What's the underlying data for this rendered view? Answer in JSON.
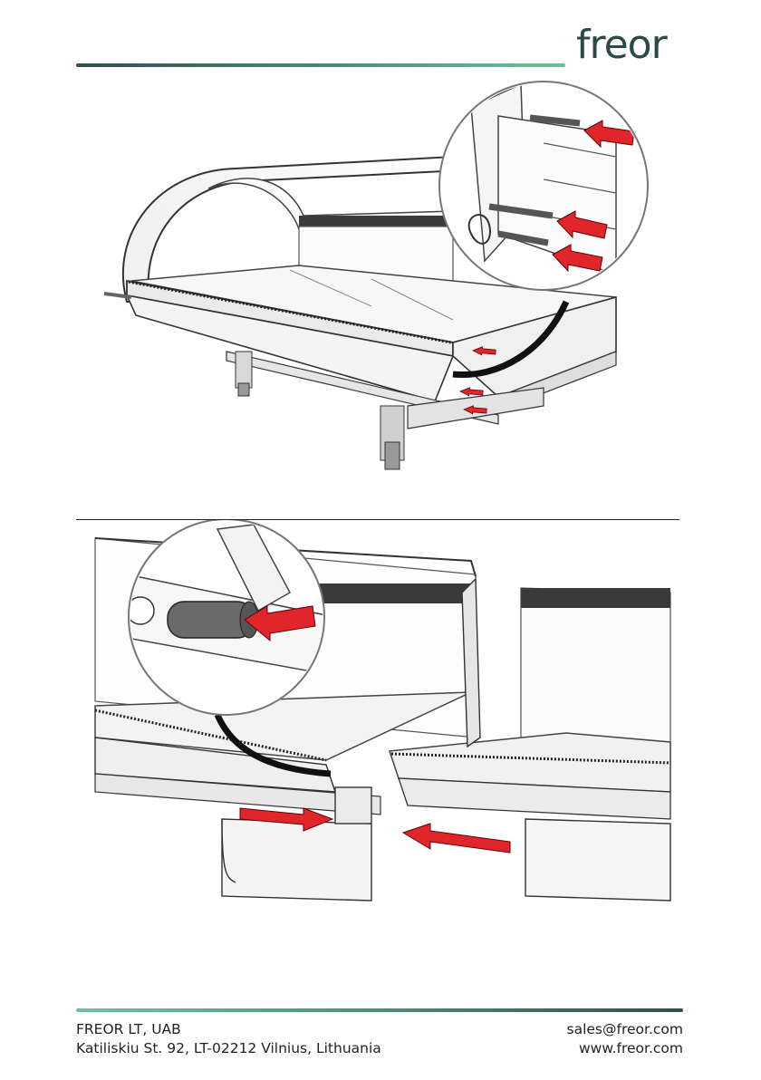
{
  "brand": {
    "logo_text": "freor"
  },
  "footer": {
    "company": "FREOR LT, UAB",
    "address": "Katiliskiu St. 92, LT-02212 Vilnius, Lithuania",
    "email": "sales@freor.com",
    "website": "www.freor.com"
  },
  "colors": {
    "brand_dark": "#2b4a47",
    "brand_green": "#6fc29c",
    "arrow_red": "#e0262b"
  },
  "figures": [
    {
      "id": "fig-1",
      "icon": "refrigerated-display-case-pin-insertion"
    },
    {
      "id": "fig-2",
      "icon": "display-case-coupling-joining"
    }
  ]
}
